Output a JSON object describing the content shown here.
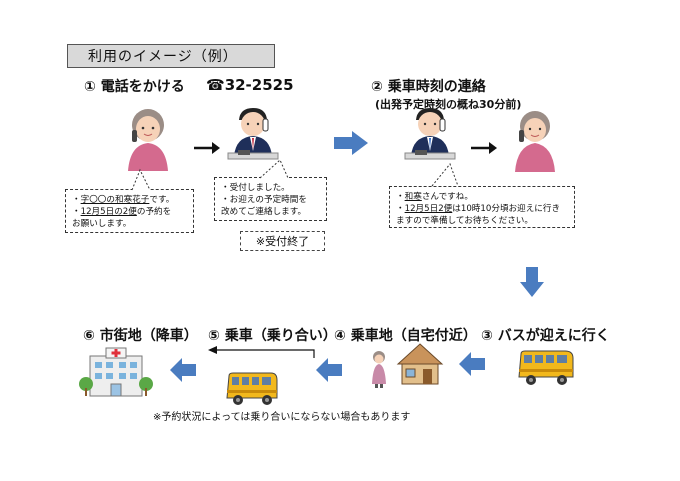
{
  "header": {
    "title": "利用のイメージ（例）"
  },
  "steps": [
    {
      "num": "①",
      "label": "電話をかける",
      "phone": "32-2525"
    },
    {
      "num": "②",
      "label": "乗車時刻の連絡",
      "sub": "(出発予定時刻の概ね30分前)"
    },
    {
      "num": "③",
      "label": "バスが迎えに行く"
    },
    {
      "num": "④",
      "label": "乗車地（自宅付近）"
    },
    {
      "num": "⑤",
      "label": "乗車（乗り合い）"
    },
    {
      "num": "⑥",
      "label": "市街地（降車）"
    }
  ],
  "bubbles": {
    "caller": {
      "l1a": "・",
      "l1u": "字〇〇の和寒花子",
      "l1b": "です。",
      "l2a": "・",
      "l2u": "12月5日の2便",
      "l2b": "の予約を",
      "l3": "お願いします。"
    },
    "operator": {
      "l1": "・受付しました。",
      "l2": "・お迎えの予定時間を",
      "l3": "改めてご連絡します。"
    },
    "callback": {
      "l1a": "・",
      "l1u": "和寒",
      "l1b": "さんですね。",
      "l2a": "・",
      "l2u": "12月5日2便",
      "l2b": "は10時10分頃お迎えに行き",
      "l3": "ますので準備してお待ちください。"
    }
  },
  "reception_end": "※受付終了",
  "footnote": "※予約状況によっては乗り合いにならない場合もあります",
  "colors": {
    "flow_arrow": "#4a7cc0",
    "bus": "#f2b81c",
    "hospital_cross": "#e0303a"
  }
}
